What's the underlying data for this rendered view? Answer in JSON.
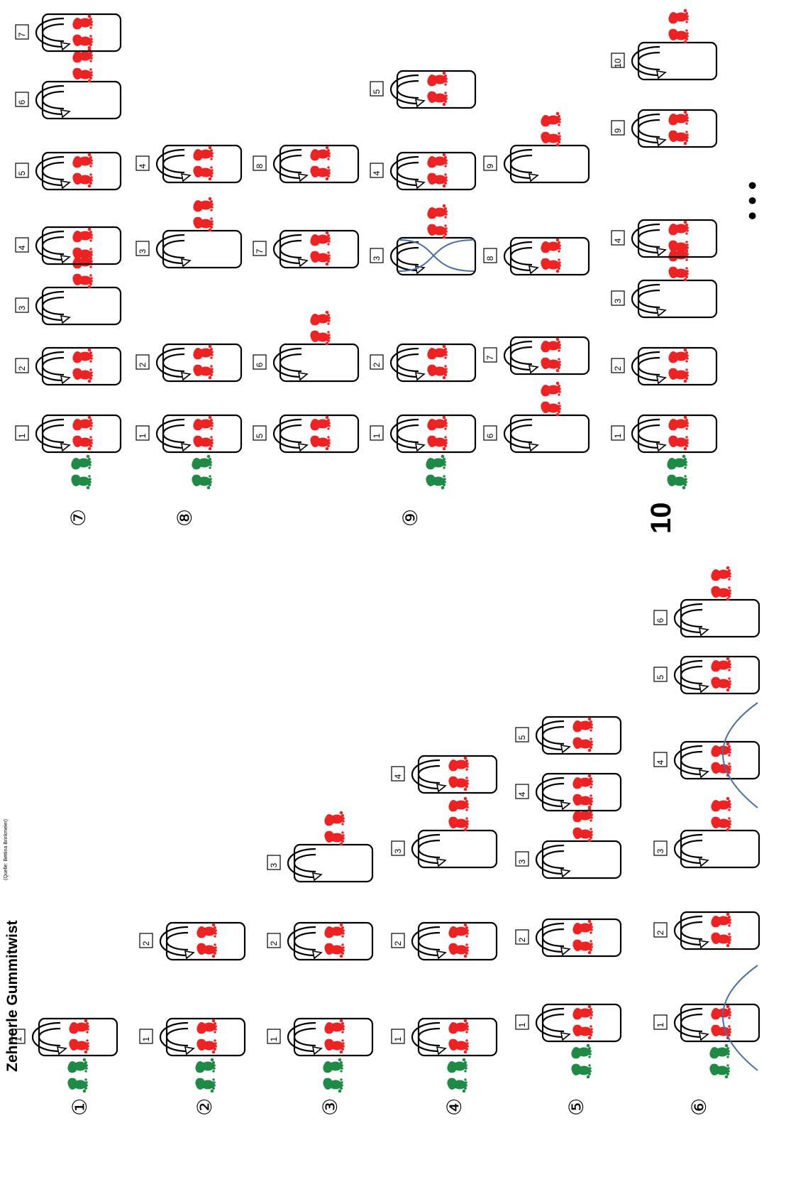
{
  "title": "Zehnerle Gummitwist",
  "source": "(Quelle: Bettina Brinkmeier)",
  "colors": {
    "feet_red": "#ee2222",
    "feet_green": "#1e8a45",
    "line_blue": "#4a6fa5",
    "stroke": "#000000"
  },
  "icons": {
    "start_feet": "green-feet-icon",
    "step_feet": "red-feet-icon",
    "jump": "jump-arrow-icon",
    "rubber": "rubber-band-rectangle"
  },
  "more_indicator": "• • •",
  "figures": [
    {
      "badge": "①",
      "steps": [
        "1"
      ]
    },
    {
      "badge": "②",
      "steps": [
        "1",
        "2"
      ]
    },
    {
      "badge": "③",
      "steps": [
        "1",
        "2",
        "3"
      ]
    },
    {
      "badge": "④",
      "steps": [
        "1",
        "2",
        "3",
        "4"
      ]
    },
    {
      "badge": "⑤",
      "steps": [
        "1",
        "2",
        "3",
        "4",
        "5"
      ]
    },
    {
      "badge": "⑥",
      "steps": [
        "1",
        "2",
        "3",
        "4",
        "5",
        "6"
      ]
    },
    {
      "badge": "⑦",
      "steps": [
        "1",
        "2",
        "3",
        "4",
        "5",
        "6",
        "7"
      ]
    },
    {
      "badge": "⑧",
      "steps": [
        "1",
        "2",
        "3",
        "4",
        "5",
        "6",
        "7",
        "8"
      ]
    },
    {
      "badge": "⑨",
      "steps": [
        "1",
        "2",
        "3",
        "4",
        "5",
        "6",
        "7",
        "8",
        "9"
      ]
    },
    {
      "badge": "10",
      "steps": [
        "1",
        "2",
        "3",
        "4",
        "9",
        "10"
      ]
    }
  ]
}
